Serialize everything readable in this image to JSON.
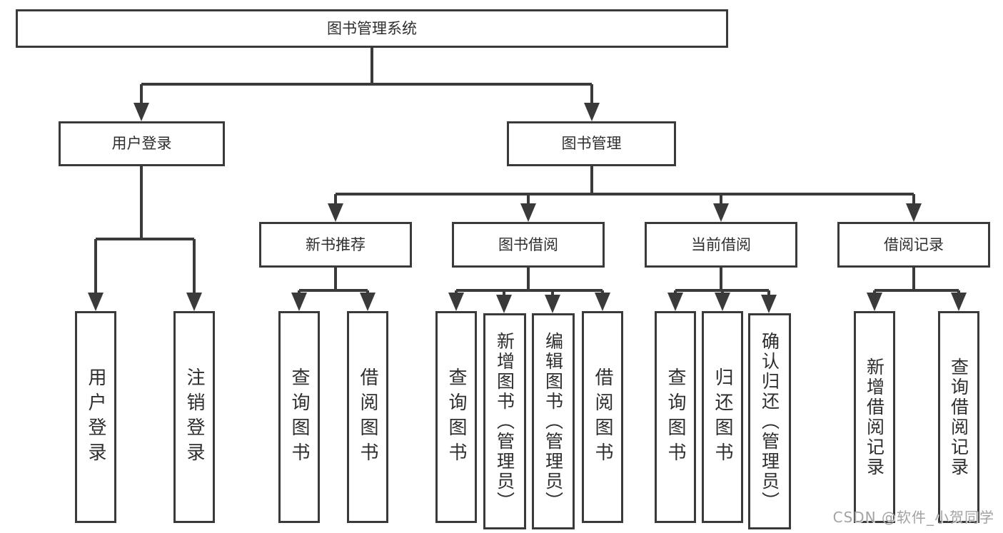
{
  "colors": {
    "line": "#3a3a3a",
    "text": "#2e2e2e",
    "background": "#ffffff",
    "watermark": "#a3a3a3"
  },
  "watermark": {
    "text": "CSDN @软件_小贺同学"
  },
  "tree": {
    "root": {
      "label": "图书管理系统"
    },
    "branches": [
      {
        "label": "用户登录",
        "children": [
          {
            "label": "用户登录"
          },
          {
            "label": "注销登录"
          }
        ]
      },
      {
        "label": "图书管理",
        "children": [
          {
            "label": "新书推荐",
            "children": [
              {
                "label": "查询图书"
              },
              {
                "label": "借阅图书"
              }
            ]
          },
          {
            "label": "图书借阅",
            "children": [
              {
                "label": "查询图书"
              },
              {
                "label": "新增图书（管理员）"
              },
              {
                "label": "编辑图书（管理员）"
              },
              {
                "label": "借阅图书"
              }
            ]
          },
          {
            "label": "当前借阅",
            "children": [
              {
                "label": "查询图书"
              },
              {
                "label": "归还图书"
              },
              {
                "label": "确认归还（管理员）"
              }
            ]
          },
          {
            "label": "借阅记录",
            "children": [
              {
                "label": "新增借阅记录"
              },
              {
                "label": "查询借阅记录"
              }
            ]
          }
        ]
      }
    ]
  }
}
